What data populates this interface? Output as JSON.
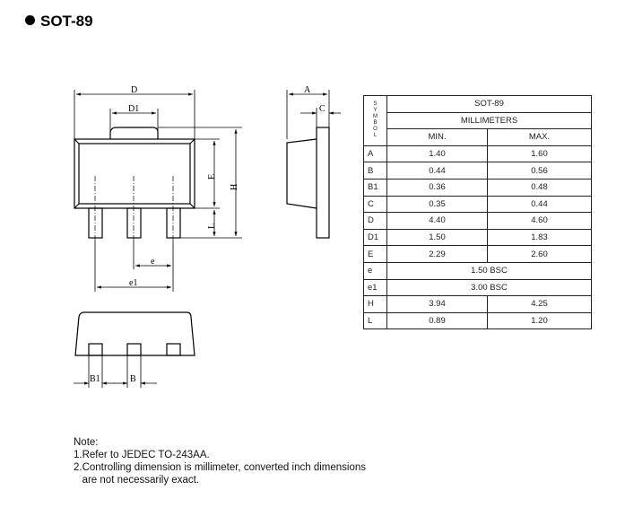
{
  "title": "SOT-89",
  "drawing_labels": {
    "D": "D",
    "D1": "D1",
    "E": "E",
    "H": "H",
    "L": "L",
    "e": "e",
    "e1": "e1",
    "A": "A",
    "C": "C",
    "B1": "B1",
    "B": "B"
  },
  "table": {
    "symbol_header": "S Y M B O L",
    "package": "SOT-89",
    "unit": "MILLIMETERS",
    "min_label": "MIN.",
    "max_label": "MAX.",
    "rows": [
      {
        "sym": "A",
        "min": "1.40",
        "max": "1.60"
      },
      {
        "sym": "B",
        "min": "0.44",
        "max": "0.56"
      },
      {
        "sym": "B1",
        "min": "0.36",
        "max": "0.48"
      },
      {
        "sym": "C",
        "min": "0.35",
        "max": "0.44"
      },
      {
        "sym": "D",
        "min": "4.40",
        "max": "4.60"
      },
      {
        "sym": "D1",
        "min": "1.50",
        "max": "1.83"
      },
      {
        "sym": "E",
        "min": "2.29",
        "max": "2.60"
      },
      {
        "sym": "e",
        "bsc": "1.50  BSC"
      },
      {
        "sym": "e1",
        "bsc": "3.00  BSC"
      },
      {
        "sym": "H",
        "min": "3.94",
        "max": "4.25"
      },
      {
        "sym": "L",
        "min": "0.89",
        "max": "1.20"
      }
    ]
  },
  "notes": {
    "heading": "Note:",
    "items": [
      "1.Refer to JEDEC TO-243AA.",
      "2.Controlling dimension is millimeter, converted inch dimensions",
      "   are not necessarily exact."
    ]
  }
}
